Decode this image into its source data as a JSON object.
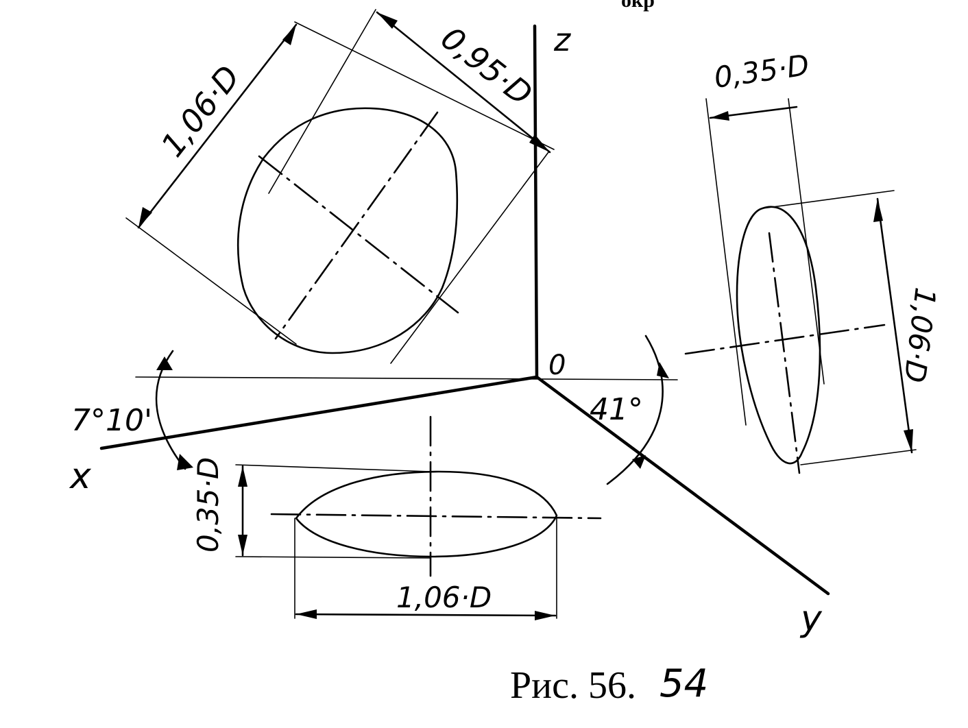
{
  "axes": {
    "z_label": "z",
    "x_label": "x",
    "y_label": "y",
    "origin_label": "0"
  },
  "angles": {
    "x_angle": "7°10'",
    "y_angle": "41°"
  },
  "dimensions": {
    "top_major": "1,06·D",
    "top_minor": "0,95·D",
    "right_minor": "0,35·D",
    "right_major": "1,06·D",
    "bottom_minor": "0,35·D",
    "bottom_major": "1,06·D"
  },
  "caption": {
    "printed": "Рис. 56.",
    "handwritten": "54"
  },
  "top_fragment": "окр",
  "colors": {
    "ink": "#000000",
    "paper": "#ffffff"
  }
}
